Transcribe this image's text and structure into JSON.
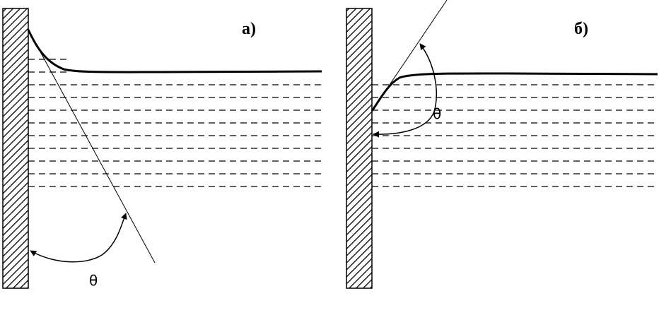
{
  "panels": [
    {
      "id": "a",
      "label": "а)",
      "angle_symbol": "θ"
    },
    {
      "id": "b",
      "label": "б)",
      "angle_symbol": "θ"
    }
  ]
}
